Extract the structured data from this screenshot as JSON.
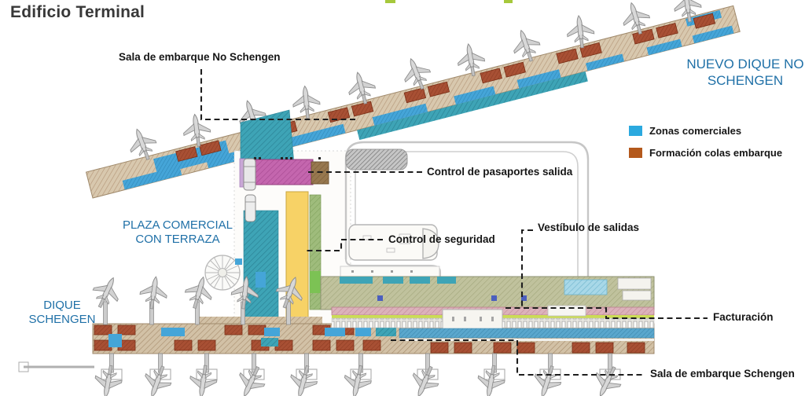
{
  "title": {
    "text": "Edificio Terminal"
  },
  "area_labels": [
    {
      "id": "nuevo-dique-no-schengen",
      "text": "NUEVO DIQUE NO SCHENGEN",
      "color": "#1F70A7"
    },
    {
      "id": "plaza-comercial",
      "text": "PLAZA COMERCIAL CON TERRAZA",
      "color": "#1F70A7"
    },
    {
      "id": "dique-schengen",
      "text": "DIQUE SCHENGEN",
      "color": "#1F70A7"
    }
  ],
  "callouts": [
    {
      "id": "sala-embarque-no-schengen",
      "text": "Sala de embarque No Schengen"
    },
    {
      "id": "control-pasaportes-salida",
      "text": "Control de pasaportes salida"
    },
    {
      "id": "control-seguridad",
      "text": "Control de seguridad"
    },
    {
      "id": "vestibulo-salidas",
      "text": "Vestíbulo de salidas"
    },
    {
      "id": "facturacion",
      "text": "Facturación"
    },
    {
      "id": "sala-embarque-schengen",
      "text": "Sala de embarque Schengen"
    }
  ],
  "legend": {
    "items": [
      {
        "label": "Zonas comerciales",
        "color": "#2BA9DF"
      },
      {
        "label": "Formación colas embarque",
        "color": "#B4591C"
      }
    ]
  },
  "icons": [
    "aircraft-icon",
    "jet-bridge-icon",
    "terrace-parasol-icon",
    "legend-swatch"
  ],
  "colors": {
    "commercial_zone": "#2BA9DF",
    "queue_zone": "#B4591C",
    "pier_base": "#D8C8AE",
    "teal_zone": "#3EA4B6",
    "vestibule": "#C0C29D",
    "checkin_strip": "#DCB2BB",
    "security_lane_yellow": "#F7D266",
    "passport_magenta": "#C466AE",
    "label_blue": "#1F70A7"
  }
}
